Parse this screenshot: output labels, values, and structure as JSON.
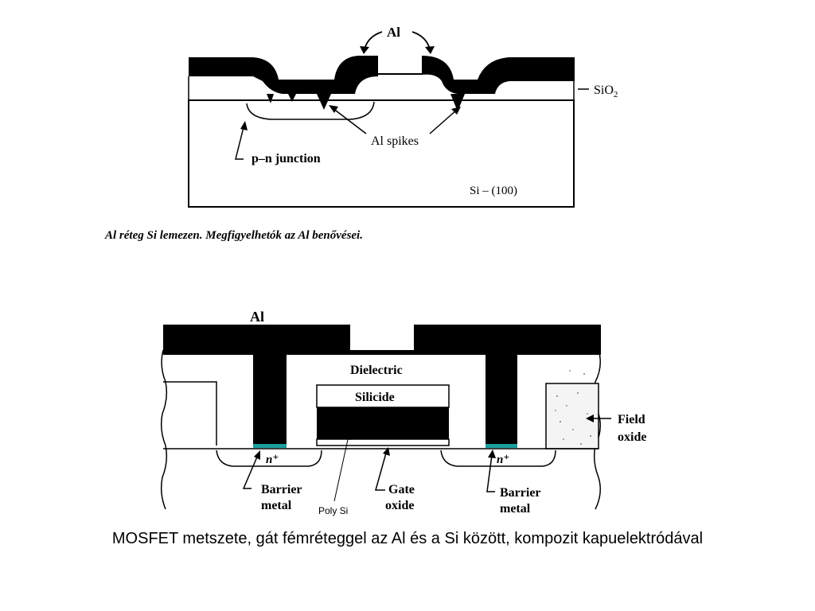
{
  "diagram1": {
    "labels": {
      "al": "Al",
      "sio2": "SiO",
      "sio2_sub": "2",
      "al_spikes": "Al spikes",
      "pn_junction": "p–n junction",
      "si100": "Si – (100)"
    },
    "caption": "Al réteg Si lemezen. Megfigyelhetók az Al benővései."
  },
  "diagram2": {
    "labels": {
      "al": "Al",
      "dielectric": "Dielectric",
      "silicide": "Silicide",
      "field_oxide_1": "Field",
      "field_oxide_2": "oxide",
      "n_plus_left": "n⁺",
      "n_plus_right": "n⁺",
      "barrier_left_1": "Barrier",
      "barrier_left_2": "metal",
      "barrier_right_1": "Barrier",
      "barrier_right_2": "metal",
      "gate_oxide_1": "Gate",
      "gate_oxide_2": "oxide",
      "poly_si": "Poly Si"
    },
    "colors": {
      "barrier": "#1a9e9e",
      "ink": "#000000"
    }
  },
  "caption_main": "MOSFET metszete, gát fémréteggel az Al és a Si között, kompozit kapuelektródával"
}
